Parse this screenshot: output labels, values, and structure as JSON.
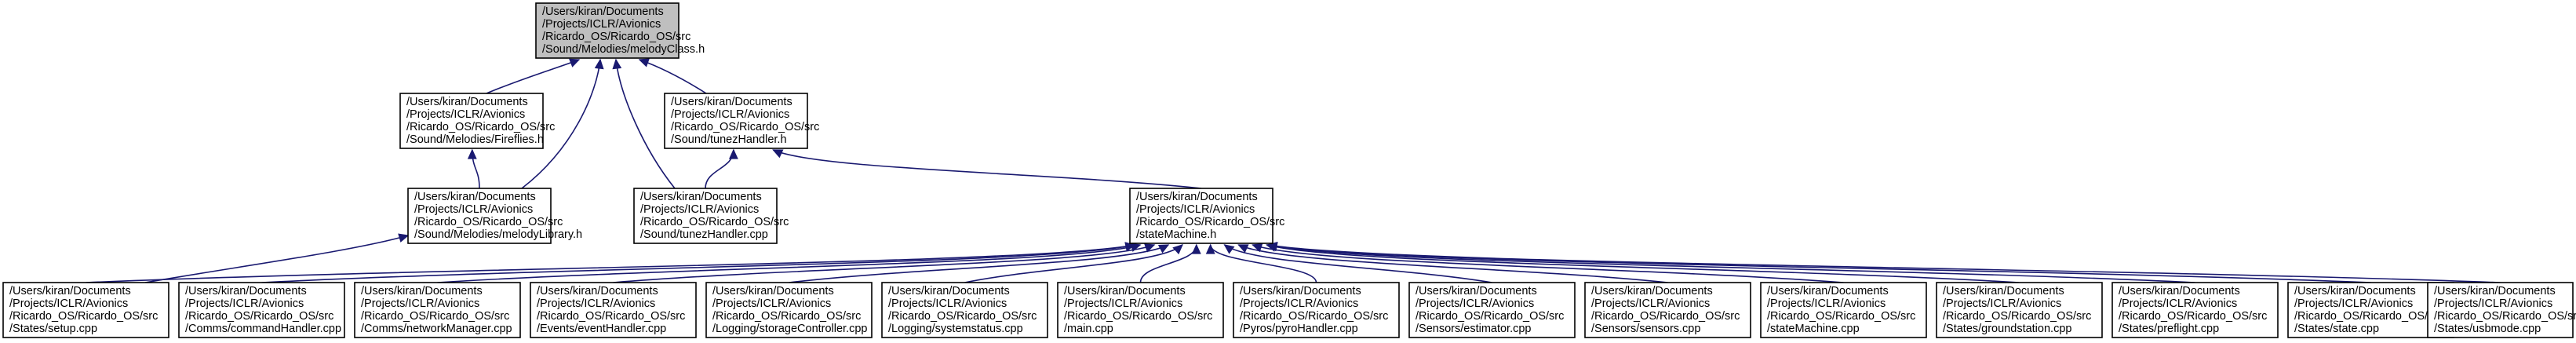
{
  "graph": {
    "title": "",
    "colors": {
      "node_fill": "#ffffff",
      "root_fill": "#bfbfbf",
      "border": "#000000",
      "edge": "#191970"
    },
    "nodes": {
      "melodyclass_h": {
        "lines": [
          "/Users/kiran/Documents",
          "/Projects/ICLR/Avionics",
          "/Ricardo_OS/Ricardo_OS/src",
          "/Sound/Melodies/melodyClass.h"
        ],
        "root": true,
        "interactable": false
      },
      "fireflies_h": {
        "lines": [
          "/Users/kiran/Documents",
          "/Projects/ICLR/Avionics",
          "/Ricardo_OS/Ricardo_OS/src",
          "/Sound/Melodies/Fireflies.h"
        ],
        "interactable": true
      },
      "tunezhandler_h": {
        "lines": [
          "/Users/kiran/Documents",
          "/Projects/ICLR/Avionics",
          "/Ricardo_OS/Ricardo_OS/src",
          "/Sound/tunezHandler.h"
        ],
        "interactable": true
      },
      "melodylibrary_h": {
        "lines": [
          "/Users/kiran/Documents",
          "/Projects/ICLR/Avionics",
          "/Ricardo_OS/Ricardo_OS/src",
          "/Sound/Melodies/melodyLibrary.h"
        ],
        "interactable": true
      },
      "tunezhandler_cpp": {
        "lines": [
          "/Users/kiran/Documents",
          "/Projects/ICLR/Avionics",
          "/Ricardo_OS/Ricardo_OS/src",
          "/Sound/tunezHandler.cpp"
        ],
        "interactable": true
      },
      "statemachine_h": {
        "lines": [
          "/Users/kiran/Documents",
          "/Projects/ICLR/Avionics",
          "/Ricardo_OS/Ricardo_OS/src",
          "/stateMachine.h"
        ],
        "interactable": true
      },
      "setup_cpp": {
        "lines": [
          "/Users/kiran/Documents",
          "/Projects/ICLR/Avionics",
          "/Ricardo_OS/Ricardo_OS/src",
          "/States/setup.cpp"
        ],
        "interactable": true
      },
      "commandhandler_cpp": {
        "lines": [
          "/Users/kiran/Documents",
          "/Projects/ICLR/Avionics",
          "/Ricardo_OS/Ricardo_OS/src",
          "/Comms/commandHandler.cpp"
        ],
        "interactable": true
      },
      "networkmanager_cpp": {
        "lines": [
          "/Users/kiran/Documents",
          "/Projects/ICLR/Avionics",
          "/Ricardo_OS/Ricardo_OS/src",
          "/Comms/networkManager.cpp"
        ],
        "interactable": true
      },
      "eventhandler_cpp": {
        "lines": [
          "/Users/kiran/Documents",
          "/Projects/ICLR/Avionics",
          "/Ricardo_OS/Ricardo_OS/src",
          "/Events/eventHandler.cpp"
        ],
        "interactable": true
      },
      "storagecontroller_cpp": {
        "lines": [
          "/Users/kiran/Documents",
          "/Projects/ICLR/Avionics",
          "/Ricardo_OS/Ricardo_OS/src",
          "/Logging/storageController.cpp"
        ],
        "interactable": true
      },
      "systemstatus_cpp": {
        "lines": [
          "/Users/kiran/Documents",
          "/Projects/ICLR/Avionics",
          "/Ricardo_OS/Ricardo_OS/src",
          "/Logging/systemstatus.cpp"
        ],
        "interactable": true
      },
      "main_cpp": {
        "lines": [
          "/Users/kiran/Documents",
          "/Projects/ICLR/Avionics",
          "/Ricardo_OS/Ricardo_OS/src",
          "/main.cpp"
        ],
        "interactable": true
      },
      "pyrohandler_cpp": {
        "lines": [
          "/Users/kiran/Documents",
          "/Projects/ICLR/Avionics",
          "/Ricardo_OS/Ricardo_OS/src",
          "/Pyros/pyroHandler.cpp"
        ],
        "interactable": true
      },
      "estimator_cpp": {
        "lines": [
          "/Users/kiran/Documents",
          "/Projects/ICLR/Avionics",
          "/Ricardo_OS/Ricardo_OS/src",
          "/Sensors/estimator.cpp"
        ],
        "interactable": true
      },
      "sensors_cpp": {
        "lines": [
          "/Users/kiran/Documents",
          "/Projects/ICLR/Avionics",
          "/Ricardo_OS/Ricardo_OS/src",
          "/Sensors/sensors.cpp"
        ],
        "interactable": true
      },
      "statemachine_cpp": {
        "lines": [
          "/Users/kiran/Documents",
          "/Projects/ICLR/Avionics",
          "/Ricardo_OS/Ricardo_OS/src",
          "/stateMachine.cpp"
        ],
        "interactable": true
      },
      "groundstation_cpp": {
        "lines": [
          "/Users/kiran/Documents",
          "/Projects/ICLR/Avionics",
          "/Ricardo_OS/Ricardo_OS/src",
          "/States/groundstation.cpp"
        ],
        "interactable": true
      },
      "preflight_cpp": {
        "lines": [
          "/Users/kiran/Documents",
          "/Projects/ICLR/Avionics",
          "/Ricardo_OS/Ricardo_OS/src",
          "/States/preflight.cpp"
        ],
        "interactable": true
      },
      "state_cpp": {
        "lines": [
          "/Users/kiran/Documents",
          "/Projects/ICLR/Avionics",
          "/Ricardo_OS/Ricardo_OS/src",
          "/States/state.cpp"
        ],
        "interactable": true
      },
      "usbmode_cpp": {
        "lines": [
          "/Users/kiran/Documents",
          "/Projects/ICLR/Avionics",
          "/Ricardo_OS/Ricardo_OS/src",
          "/States/usbmode.cpp"
        ],
        "interactable": true
      }
    },
    "edges": [
      {
        "from": "fireflies_h",
        "to": "melodyclass_h"
      },
      {
        "from": "melodylibrary_h",
        "to": "melodyclass_h"
      },
      {
        "from": "tunezhandler_cpp",
        "to": "melodyclass_h"
      },
      {
        "from": "tunezhandler_h",
        "to": "melodyclass_h"
      },
      {
        "from": "melodylibrary_h",
        "to": "fireflies_h"
      },
      {
        "from": "tunezhandler_cpp",
        "to": "tunezhandler_h"
      },
      {
        "from": "statemachine_h",
        "to": "tunezhandler_h"
      },
      {
        "from": "setup_cpp",
        "to": "melodylibrary_h"
      },
      {
        "from": "setup_cpp",
        "to": "statemachine_h"
      },
      {
        "from": "commandhandler_cpp",
        "to": "statemachine_h"
      },
      {
        "from": "networkmanager_cpp",
        "to": "statemachine_h"
      },
      {
        "from": "eventhandler_cpp",
        "to": "statemachine_h"
      },
      {
        "from": "storagecontroller_cpp",
        "to": "statemachine_h"
      },
      {
        "from": "systemstatus_cpp",
        "to": "statemachine_h"
      },
      {
        "from": "main_cpp",
        "to": "statemachine_h"
      },
      {
        "from": "pyrohandler_cpp",
        "to": "statemachine_h"
      },
      {
        "from": "estimator_cpp",
        "to": "statemachine_h"
      },
      {
        "from": "sensors_cpp",
        "to": "statemachine_h"
      },
      {
        "from": "statemachine_cpp",
        "to": "statemachine_h"
      },
      {
        "from": "groundstation_cpp",
        "to": "statemachine_h"
      },
      {
        "from": "preflight_cpp",
        "to": "statemachine_h"
      },
      {
        "from": "state_cpp",
        "to": "statemachine_h"
      },
      {
        "from": "usbmode_cpp",
        "to": "statemachine_h"
      }
    ]
  }
}
